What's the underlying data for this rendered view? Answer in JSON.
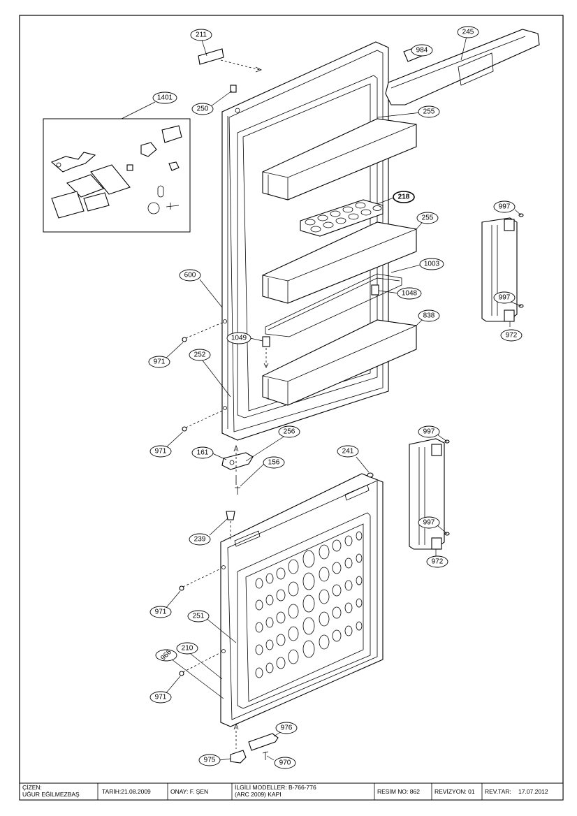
{
  "callouts": [
    {
      "id": "c211",
      "label": "211"
    },
    {
      "id": "c245",
      "label": "245"
    },
    {
      "id": "c984",
      "label": "984"
    },
    {
      "id": "c1401",
      "label": "1401"
    },
    {
      "id": "c250",
      "label": "250"
    },
    {
      "id": "c255a",
      "label": "255"
    },
    {
      "id": "c218",
      "label": "218"
    },
    {
      "id": "c255b",
      "label": "255"
    },
    {
      "id": "c997a",
      "label": "997"
    },
    {
      "id": "c600",
      "label": "600"
    },
    {
      "id": "c1003",
      "label": "1003"
    },
    {
      "id": "c1048",
      "label": "1048"
    },
    {
      "id": "c997b",
      "label": "997"
    },
    {
      "id": "c838",
      "label": "838"
    },
    {
      "id": "c972a",
      "label": "972"
    },
    {
      "id": "c1049",
      "label": "1049"
    },
    {
      "id": "c971a",
      "label": "971"
    },
    {
      "id": "c252",
      "label": "252"
    },
    {
      "id": "c997c",
      "label": "997"
    },
    {
      "id": "c256",
      "label": "256"
    },
    {
      "id": "c971b",
      "label": "971"
    },
    {
      "id": "c161",
      "label": "161"
    },
    {
      "id": "c241",
      "label": "241"
    },
    {
      "id": "c156",
      "label": "156"
    },
    {
      "id": "c997d",
      "label": "997"
    },
    {
      "id": "c239",
      "label": "239"
    },
    {
      "id": "c972b",
      "label": "972"
    },
    {
      "id": "c971c",
      "label": "971"
    },
    {
      "id": "c251",
      "label": "251"
    },
    {
      "id": "c210",
      "label": "210"
    },
    {
      "id": "c966",
      "label": "966"
    },
    {
      "id": "c971d",
      "label": "971"
    },
    {
      "id": "c976",
      "label": "976"
    },
    {
      "id": "c975",
      "label": "975"
    },
    {
      "id": "c970",
      "label": "970"
    }
  ],
  "title_block": {
    "drawn_by_label": "ÇİZEN:",
    "drawn_by_name": "UĞUR EĞİLMEZBAŞ",
    "date": "TARİH:21.08.2009",
    "approval": "ONAY:  F. ŞEN",
    "models_line1": "İLGİLİ MODELLER: B-766-776",
    "models_line2": "(ARC 2009) KAPI",
    "drawing_no": "RESİM NO: 862",
    "revision": "REVİZYON: 01",
    "rev_date_label": "REV.TAR:",
    "rev_date": "17.07.2012"
  }
}
